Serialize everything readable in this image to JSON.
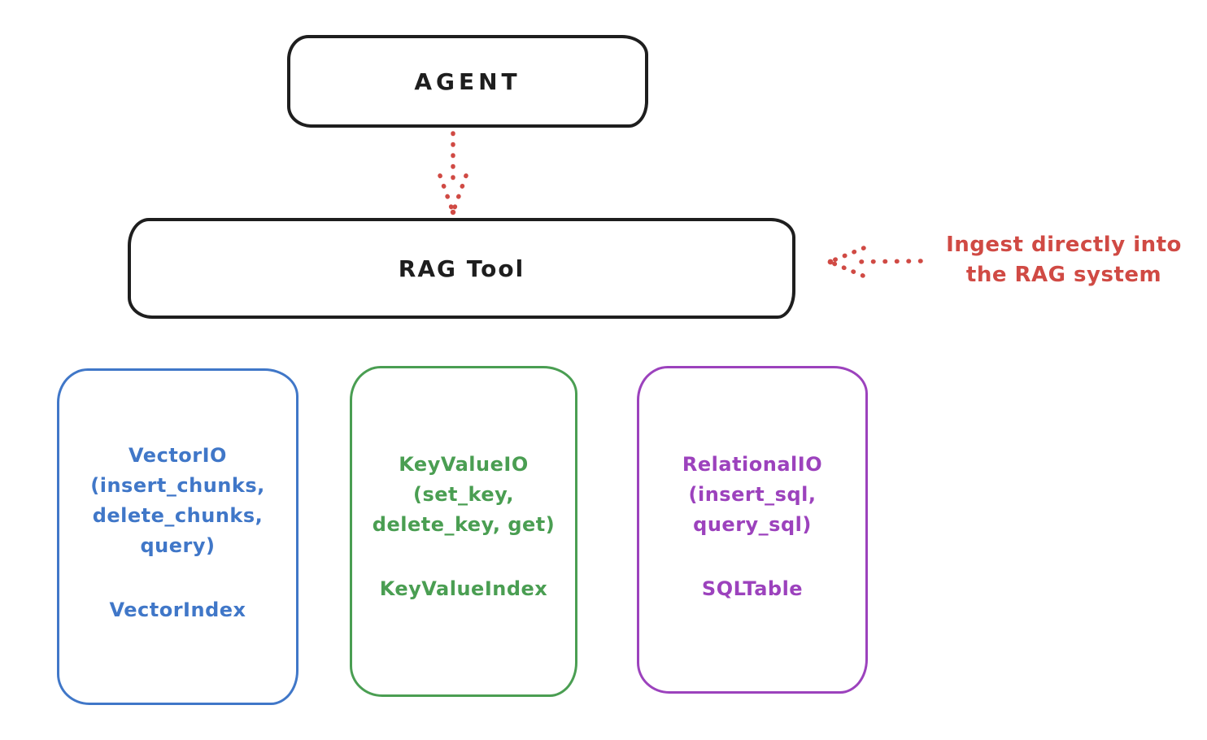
{
  "colors": {
    "stroke": "#1e1e1e",
    "red": "#d04a44",
    "blue": "#4077c8",
    "green": "#4a9e52",
    "purple": "#9c42bd",
    "background": "#ffffff"
  },
  "agent_box": {
    "label": "AGENT"
  },
  "rag_box": {
    "label": "RAG Tool"
  },
  "annotation": {
    "line1": "Ingest directly into",
    "line2": "the RAG system"
  },
  "arrows": {
    "agent_to_rag": "dotted-arrow-down",
    "ingest_to_rag": "dotted-arrow-left"
  },
  "io_boxes": [
    {
      "name": "vector-io",
      "color": "#4077c8",
      "lines": [
        "VectorIO",
        "(insert_chunks,",
        "delete_chunks,",
        "query)"
      ],
      "index_label": "VectorIndex"
    },
    {
      "name": "keyvalue-io",
      "color": "#4a9e52",
      "lines": [
        "KeyValueIO",
        "(set_key,",
        "delete_key, get)"
      ],
      "index_label": "KeyValueIndex"
    },
    {
      "name": "relational-io",
      "color": "#9c42bd",
      "lines": [
        "RelationalIO",
        "(insert_sql,",
        "query_sql)"
      ],
      "index_label": "SQLTable"
    }
  ]
}
